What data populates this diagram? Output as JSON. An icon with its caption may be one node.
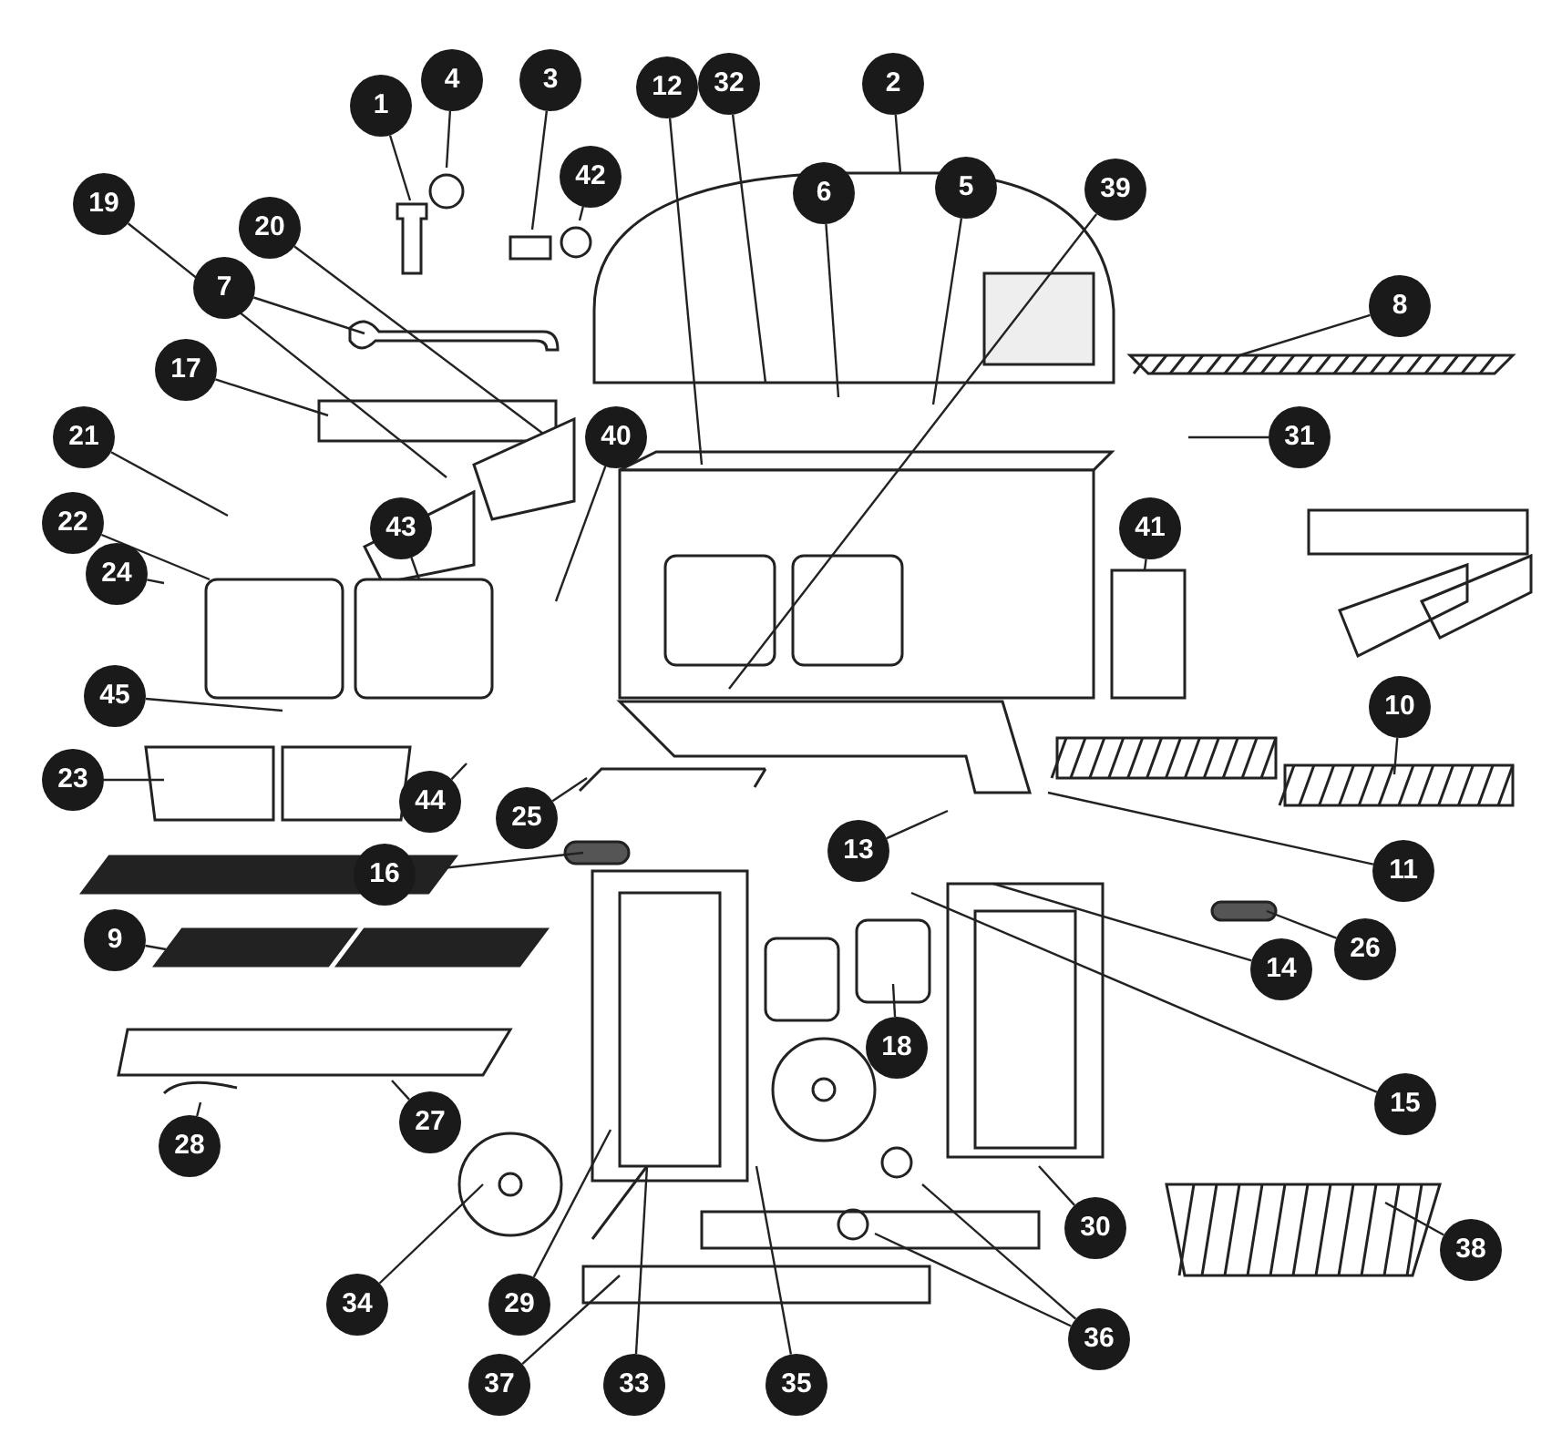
{
  "diagram": {
    "nodes": [
      {
        "text": [
          "1"
        ]
      },
      {
        "text": [
          "4"
        ]
      },
      {
        "text": [
          "3"
        ]
      },
      {
        "text": [
          "32"
        ]
      },
      {
        "text": [
          "12"
        ]
      },
      {
        "text": [
          "2"
        ]
      },
      {
        "text": [
          "39"
        ]
      },
      {
        "text": [
          "42"
        ]
      },
      {
        "text": [
          "6"
        ]
      },
      {
        "text": [
          "5"
        ]
      },
      {
        "text": [
          "19"
        ]
      },
      {
        "text": [
          "20"
        ]
      },
      {
        "text": [
          "7"
        ]
      },
      {
        "text": [
          "8"
        ]
      },
      {
        "text": [
          "17"
        ]
      },
      {
        "text": [
          "21"
        ]
      },
      {
        "text": [
          "40"
        ]
      },
      {
        "text": [
          "31"
        ]
      },
      {
        "text": [
          "22"
        ]
      },
      {
        "text": [
          "43"
        ]
      },
      {
        "text": [
          "41"
        ]
      },
      {
        "text": [
          "24"
        ]
      },
      {
        "text": [
          "45"
        ]
      },
      {
        "text": [
          "10"
        ]
      },
      {
        "text": [
          "23"
        ]
      },
      {
        "text": [
          "44"
        ]
      },
      {
        "text": [
          "25"
        ]
      },
      {
        "text": [
          "13"
        ]
      },
      {
        "text": [
          "11"
        ]
      },
      {
        "text": [
          "16"
        ]
      },
      {
        "text": [
          "9"
        ]
      },
      {
        "text": [
          "14"
        ]
      },
      {
        "text": [
          "26"
        ]
      },
      {
        "text": [
          "18"
        ]
      },
      {
        "text": [
          "15"
        ]
      },
      {
        "text": [
          "27"
        ]
      },
      {
        "text": [
          "28"
        ]
      },
      {
        "text": [
          "30"
        ]
      },
      {
        "text": [
          "38"
        ]
      },
      {
        "text": [
          "34"
        ]
      },
      {
        "text": [
          "29"
        ]
      },
      {
        "text": [
          "36"
        ]
      },
      {
        "text": [
          "33"
        ]
      },
      {
        "text": [
          "37"
        ]
      },
      {
        "text": [
          "35"
        ]
      }
    ],
    "edges": [
      {
        "from": 0,
        "to": null,
        "arrow": "none"
      },
      {
        "from": 1,
        "to": null,
        "arrow": "none"
      },
      {
        "from": 2,
        "to": null,
        "arrow": "none"
      },
      {
        "from": 3,
        "to": null,
        "arrow": "none"
      },
      {
        "from": 4,
        "to": null,
        "arrow": "none"
      },
      {
        "from": 5,
        "to": null,
        "arrow": "none"
      },
      {
        "from": 6,
        "to": null,
        "arrow": "none"
      },
      {
        "from": 7,
        "to": null,
        "arrow": "none"
      },
      {
        "from": 8,
        "to": null,
        "arrow": "none"
      },
      {
        "from": 9,
        "to": null,
        "arrow": "none"
      },
      {
        "from": 10,
        "to": null,
        "arrow": "none"
      },
      {
        "from": 11,
        "to": null,
        "arrow": "none"
      },
      {
        "from": 12,
        "to": null,
        "arrow": "none"
      },
      {
        "from": 13,
        "to": null,
        "arrow": "none"
      },
      {
        "from": 14,
        "to": null,
        "arrow": "none"
      },
      {
        "from": 15,
        "to": null,
        "arrow": "none"
      },
      {
        "from": 16,
        "to": null,
        "arrow": "none"
      },
      {
        "from": 17,
        "to": null,
        "arrow": "none"
      },
      {
        "from": 18,
        "to": null,
        "arrow": "none"
      },
      {
        "from": 19,
        "to": null,
        "arrow": "none"
      },
      {
        "from": 20,
        "to": null,
        "arrow": "none"
      },
      {
        "from": 21,
        "to": null,
        "arrow": "none"
      },
      {
        "from": 22,
        "to": null,
        "arrow": "none"
      },
      {
        "from": 23,
        "to": null,
        "arrow": "none"
      },
      {
        "from": 24,
        "to": null,
        "arrow": "none"
      },
      {
        "from": 25,
        "to": null,
        "arrow": "none"
      },
      {
        "from": 26,
        "to": null,
        "arrow": "none"
      },
      {
        "from": 27,
        "to": null,
        "arrow": "none"
      },
      {
        "from": 28,
        "to": null,
        "arrow": "none"
      },
      {
        "from": 29,
        "to": null,
        "arrow": "none"
      },
      {
        "from": 30,
        "to": null,
        "arrow": "none"
      },
      {
        "from": 31,
        "to": null,
        "arrow": "none"
      },
      {
        "from": 32,
        "to": null,
        "arrow": "none"
      },
      {
        "from": 33,
        "to": null,
        "arrow": "none"
      },
      {
        "from": 34,
        "to": null,
        "arrow": "none"
      },
      {
        "from": 35,
        "to": null,
        "arrow": "none"
      },
      {
        "from": 36,
        "to": null,
        "arrow": "none"
      },
      {
        "from": 37,
        "to": null,
        "arrow": "none"
      },
      {
        "from": 38,
        "to": null,
        "arrow": "none"
      },
      {
        "from": 39,
        "to": null,
        "arrow": "none"
      },
      {
        "from": 40,
        "to": null,
        "arrow": "none"
      },
      {
        "from": 41,
        "to": null,
        "arrow": "none"
      },
      {
        "from": 41,
        "to": null,
        "arrow": "none"
      },
      {
        "from": 42,
        "to": null,
        "arrow": "none"
      },
      {
        "from": 43,
        "to": null,
        "arrow": "none"
      },
      {
        "from": 44,
        "to": null,
        "arrow": "none"
      }
    ]
  }
}
